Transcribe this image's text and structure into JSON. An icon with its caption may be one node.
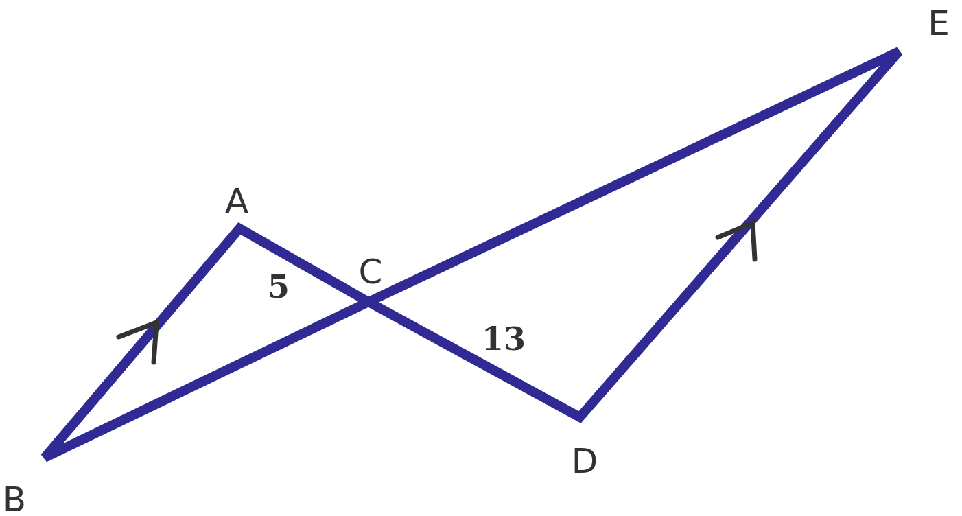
{
  "diagram": {
    "labels": [
      "E",
      "A",
      "C",
      "5",
      "13",
      "B",
      "D"
    ]
  }
}
